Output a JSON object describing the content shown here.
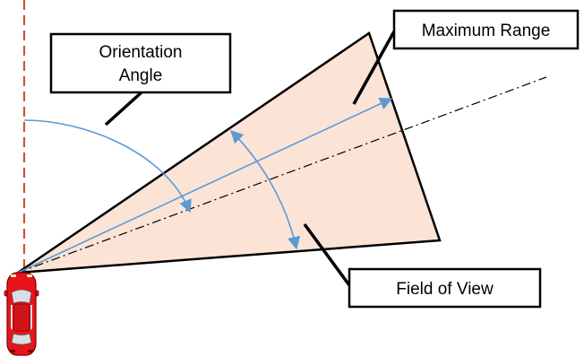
{
  "labels": {
    "orientation_angle": [
      "Orientation",
      "Angle"
    ],
    "maximum_range": "Maximum Range",
    "field_of_view": "Field of View"
  },
  "colors": {
    "fov_fill": "#fbe3d6",
    "fov_stroke": "#000000",
    "reference_line": "#c55a2a",
    "arc_arrow": "#5b9bd5",
    "car_body": "#e8141c"
  },
  "icons": {
    "vehicle": "car-icon"
  }
}
